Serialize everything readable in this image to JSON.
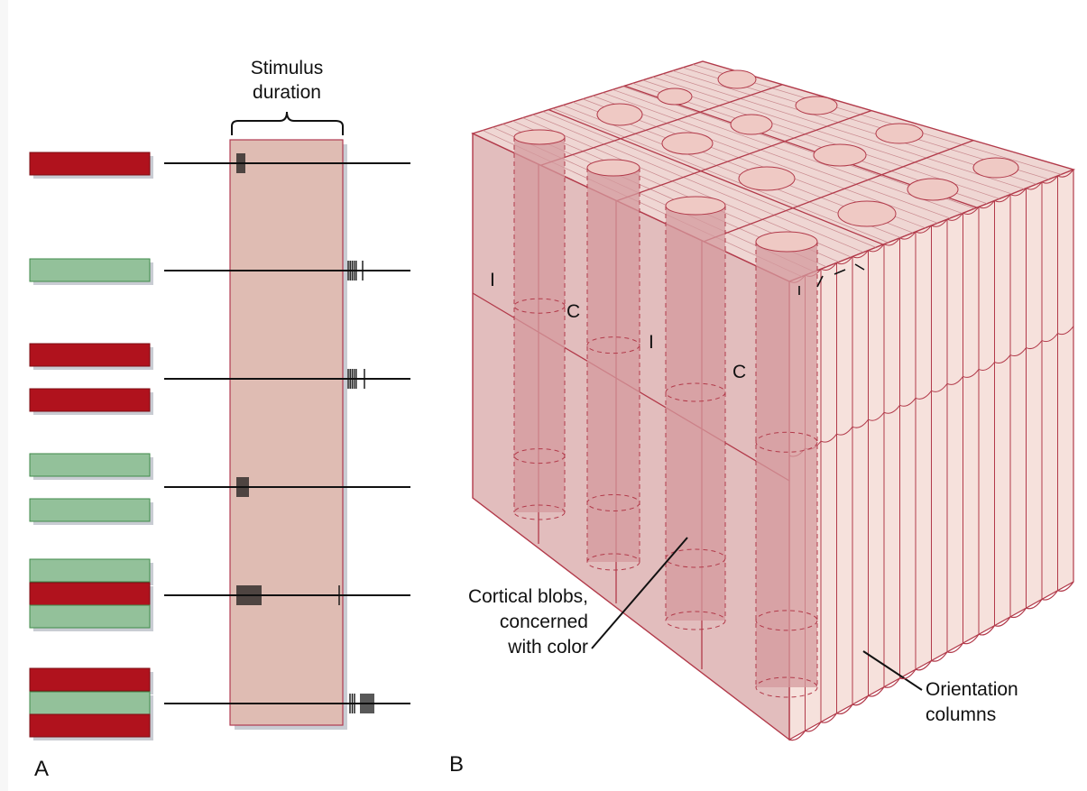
{
  "panel_a": {
    "letter": "A",
    "stimulus_label_line1": "Stimulus",
    "stimulus_label_line2": "duration",
    "colors": {
      "red": "#b0121d",
      "green": "#93c19a",
      "window_fill": "#dfbcb3",
      "window_stroke": "#b03a50",
      "shadow": "#c9ccd3"
    }
  },
  "panel_b": {
    "letter": "B",
    "column_labels": [
      "I",
      "C",
      "I",
      "C"
    ],
    "blob_label": [
      "Cortical blobs,",
      "concerned",
      "with color"
    ],
    "orientation_label": [
      "Orientation",
      "columns"
    ],
    "colors": {
      "front_face": "#e2bdbd",
      "top_face": "#efd6d3",
      "side_face": "#f6e1dc",
      "edge": "#b23a4a",
      "blob": "#d49a9d",
      "blob_top": "#efc9c4"
    }
  }
}
